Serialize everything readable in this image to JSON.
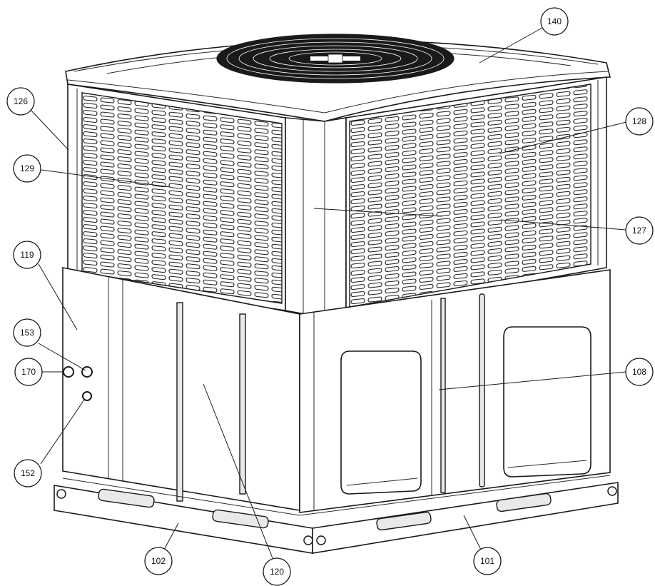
{
  "callouts": [
    {
      "id": "c140",
      "label": "140"
    },
    {
      "id": "c126",
      "label": "126"
    },
    {
      "id": "c128",
      "label": "128"
    },
    {
      "id": "c129",
      "label": "129"
    },
    {
      "id": "c127",
      "label": "127"
    },
    {
      "id": "c119",
      "label": "119"
    },
    {
      "id": "c153",
      "label": "153"
    },
    {
      "id": "c108",
      "label": "108"
    },
    {
      "id": "c170",
      "label": "170"
    },
    {
      "id": "c152",
      "label": "152"
    },
    {
      "id": "c102",
      "label": "102"
    },
    {
      "id": "c101",
      "label": "101"
    },
    {
      "id": "c120",
      "label": "120"
    }
  ]
}
